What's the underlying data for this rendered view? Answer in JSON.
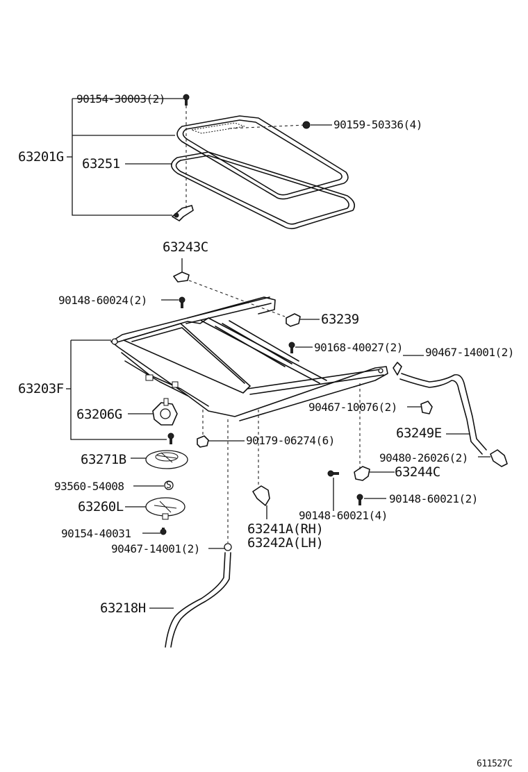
{
  "diagram_id": "611527C",
  "callouts": {
    "c01": "90154-30003(2)",
    "c02": "90159-50336(4)",
    "c03": "63201G",
    "c04": "63251",
    "c05": "63243C",
    "c06": "90148-60024(2)",
    "c07": "63239",
    "c08": "90168-40027(2)",
    "c09": "90467-14001(2)",
    "c10": "63203F",
    "c11": "63206G",
    "c12": "90467-10076(2)",
    "c13": "63249E",
    "c14": "90179-06274(6)",
    "c15": "63271B",
    "c16": "90480-26026(2)",
    "c17": "93560-54008",
    "c18": "63244C",
    "c19": "63260L",
    "c20": "90148-60021(2)",
    "c21": "90148-60021(4)",
    "c22": "90154-40031",
    "c23": "63241A(RH)",
    "c24": "63242A(LH)",
    "c25": "90467-14001(2)",
    "c26": "63218H"
  },
  "part_names": [
    "glass-panel",
    "weatherstrip-seal",
    "panel-bracket",
    "guide-bracket",
    "sunroof-housing-frame",
    "drive-cable-rails",
    "drain-hose-front",
    "drain-hose-rear",
    "motor-gear-unit",
    "motor-cover",
    "motor-base"
  ]
}
